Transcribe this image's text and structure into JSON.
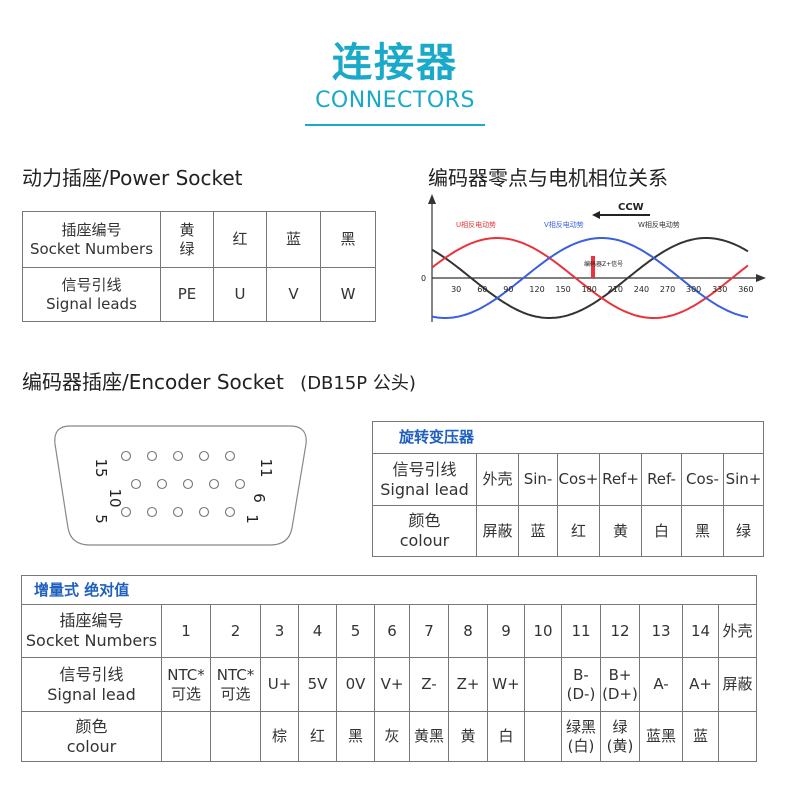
{
  "header": {
    "title_cn": "连接器",
    "title_en": "CONNECTORS"
  },
  "power": {
    "title": "动力插座/Power Socket",
    "row1_label": "插座编号\nSocket Numbers",
    "row2_label": "信号引线\nSignal leads",
    "numbers": [
      "黄\n绿",
      "红",
      "蓝",
      "黑"
    ],
    "leads": [
      "PE",
      "U",
      "V",
      "W"
    ]
  },
  "encoder_relation": {
    "title": "编码器零点与电机相位关系",
    "ccw": "CCW",
    "u_label": "U相反电动势",
    "v_label": "V相反电动势",
    "w_label": "W相反电动势",
    "z_label": "编码器Z+信号",
    "zero": "0",
    "ticks": [
      "30",
      "60",
      "90",
      "120",
      "150",
      "180",
      "210",
      "240",
      "270",
      "300",
      "330",
      "360"
    ]
  },
  "encoder_socket": {
    "title": "编码器插座/Encoder Socket",
    "suffix": "(DB15P 公头)",
    "pin_labels": {
      "p15": "15",
      "p11": "11",
      "p10": "10",
      "p6": "6",
      "p5": "5",
      "p1": "1"
    }
  },
  "resolver": {
    "caption": "旋转变压器",
    "row1_label": "信号引线\nSignal lead",
    "row2_label": "颜色\ncolour",
    "signals": [
      "外壳",
      "Sin-",
      "Cos+",
      "Ref+",
      "Ref-",
      "Cos-",
      "Sin+"
    ],
    "colours": [
      "屏蔽",
      "蓝",
      "红",
      "黄",
      "白",
      "黑",
      "绿"
    ]
  },
  "incremental": {
    "caption": "增量式  绝对值",
    "row1_label": "插座编号\nSocket Numbers",
    "row2_label": "信号引线\nSignal lead",
    "row3_label": "颜色\ncolour",
    "numbers": [
      "1",
      "2",
      "3",
      "4",
      "5",
      "6",
      "7",
      "8",
      "9",
      "10",
      "11",
      "12",
      "13",
      "14",
      "外壳"
    ],
    "signals": [
      "NTC*\n可选",
      "NTC*\n可选",
      "U+",
      "5V",
      "0V",
      "V+",
      "Z-",
      "Z+",
      "W+",
      "",
      "B-\n(D-)",
      "B+\n(D+)",
      "A-",
      "A+",
      "屏蔽"
    ],
    "colours": [
      "",
      "",
      "棕",
      "红",
      "黑",
      "灰",
      "黄黑",
      "黄",
      "白",
      "",
      "绿黑\n(白)",
      "绿\n(黄)",
      "蓝黑",
      "蓝",
      ""
    ]
  },
  "colors": {
    "accent": "#1aa9c8",
    "u": "#e8343a",
    "v": "#3a5fe0",
    "w": "#333333"
  }
}
